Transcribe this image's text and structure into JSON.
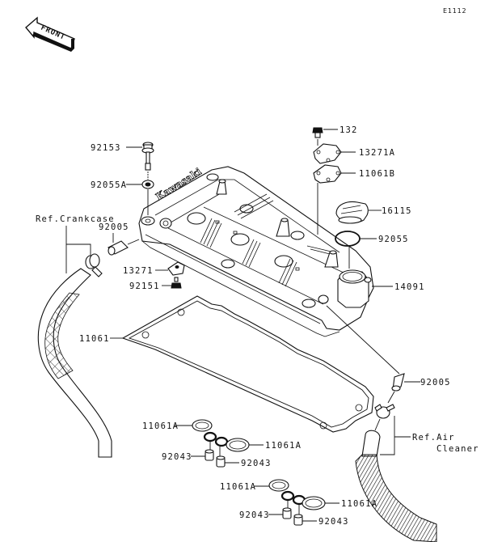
{
  "diagram": {
    "figure_code": "E1112",
    "front_arrow_text": "FRONT",
    "embossed_brand": "Kawasaki",
    "parts": [
      {
        "id": "p-92153",
        "label": "92153",
        "name": "bolt"
      },
      {
        "id": "p-92055A",
        "label": "92055A",
        "name": "washer"
      },
      {
        "id": "p-92005-left",
        "label": "92005",
        "name": "fitting"
      },
      {
        "id": "p-13271",
        "label": "13271",
        "name": "plate"
      },
      {
        "id": "p-92151",
        "label": "92151",
        "name": "nut"
      },
      {
        "id": "p-11061",
        "label": "11061",
        "name": "gasket"
      },
      {
        "id": "p-132",
        "label": "132",
        "name": "bolt"
      },
      {
        "id": "p-13271A",
        "label": "13271A",
        "name": "plate"
      },
      {
        "id": "p-11061B",
        "label": "11061B",
        "name": "gasket"
      },
      {
        "id": "p-16115",
        "label": "16115",
        "name": "oil-filler-cap"
      },
      {
        "id": "p-92055",
        "label": "92055",
        "name": "o-ring"
      },
      {
        "id": "p-14091",
        "label": "14091",
        "name": "cylinder-head-cover"
      },
      {
        "id": "p-92005-right",
        "label": "92005",
        "name": "fitting"
      },
      {
        "id": "p-11061A-1",
        "label": "11061A",
        "name": "gasket"
      },
      {
        "id": "p-11061A-2",
        "label": "11061A",
        "name": "gasket"
      },
      {
        "id": "p-92043-1",
        "label": "92043",
        "name": "collar"
      },
      {
        "id": "p-92043-2",
        "label": "92043",
        "name": "collar"
      },
      {
        "id": "p-11061A-3",
        "label": "11061A",
        "name": "gasket"
      },
      {
        "id": "p-11061A-4",
        "label": "11061A",
        "name": "gasket"
      },
      {
        "id": "p-92043-3",
        "label": "92043",
        "name": "collar"
      },
      {
        "id": "p-92043-4",
        "label": "92043",
        "name": "collar"
      }
    ],
    "references": {
      "crankcase": "Ref.Crankcase",
      "air_cleaner_line1": "Ref.Air",
      "air_cleaner_line2": "Cleaner"
    }
  }
}
